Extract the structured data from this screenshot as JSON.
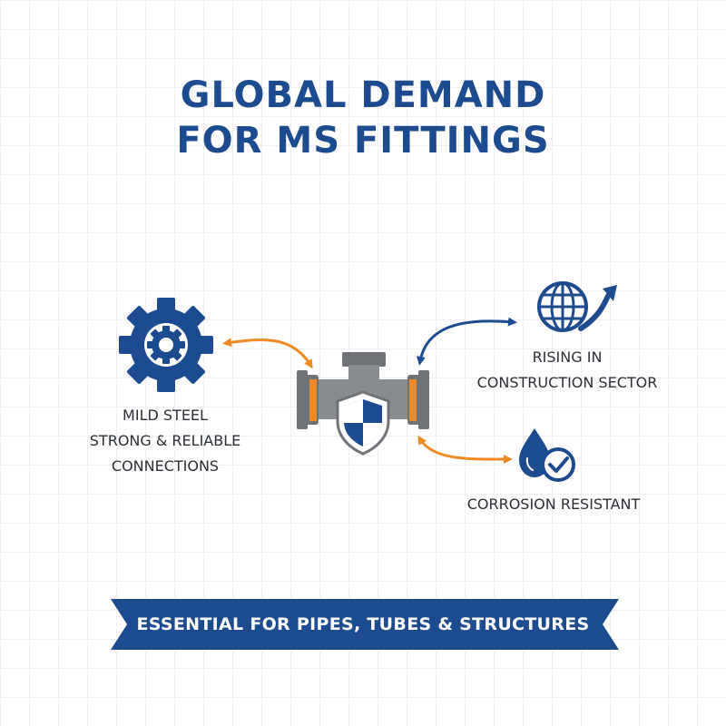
{
  "title": {
    "line1": "GLOBAL DEMAND",
    "line2": "FOR MS FITTINGS"
  },
  "nodes": {
    "mild_steel": {
      "line1": "MILD STEEL",
      "line2": "STRONG & RELIABLE",
      "line3": "CONNECTIONS"
    },
    "construction": {
      "line1": "RISING IN",
      "line2": "CONSTRUCTION SECTOR"
    },
    "corrosion": {
      "line1": "CORROSION RESISTANT"
    }
  },
  "banner": {
    "text": "ESSENTIAL FOR PIPES, TUBES & STRUCTURES"
  },
  "colors": {
    "brand_blue": "#1d4b8f",
    "accent_orange": "#f08a24",
    "steel_gray": "#6f7378",
    "text_dark": "#2b2f36"
  },
  "icons": [
    "gear-icon",
    "pipe-fitting-icon",
    "shield-icon",
    "globe-icon",
    "growth-arrow-icon",
    "water-drop-icon",
    "check-badge-icon"
  ]
}
